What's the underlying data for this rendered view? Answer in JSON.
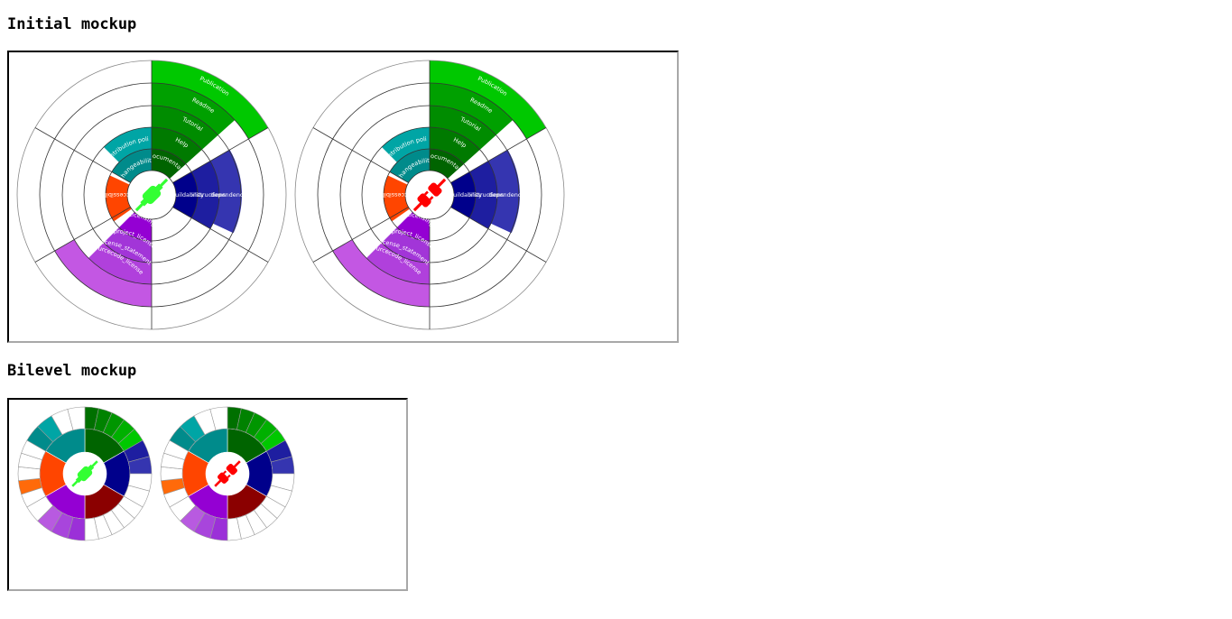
{
  "sections": [
    {
      "heading": "Initial mockup"
    },
    {
      "heading": "Bilevel mockup"
    }
  ],
  "colors": {
    "documentation": [
      "#006400",
      "#007a00",
      "#008c00",
      "#00a000",
      "#00c800"
    ],
    "buildability": [
      "#00008b",
      "#1e1ea0",
      "#3535b0"
    ],
    "licensing": [
      "#9400d3",
      "#a235d8",
      "#b040dc",
      "#c357e3"
    ],
    "accessibility": "#ff4500",
    "changeability": [
      "#008b8b",
      "#00a5a5"
    ],
    "bilevel_red": "#8b0000",
    "bilevel_orange": "#ff6a0a",
    "plug_ok": "#33ff33",
    "plug_bad": "#ff0000"
  },
  "initial_labels": {
    "documentation": [
      "documentation",
      "Help",
      "Tutorial",
      "Readme",
      "Publication"
    ],
    "buildability": [
      "buildability",
      "instructions",
      "dependencies"
    ],
    "licensing": [
      "Licensing",
      "project_license",
      "license_statement",
      "sourcecode_license"
    ],
    "accessibility": "Accessibility",
    "changeability": [
      "Changeability",
      "contribution policy"
    ]
  },
  "icons": [
    "plug-connected-icon",
    "plug-disconnected-icon"
  ]
}
